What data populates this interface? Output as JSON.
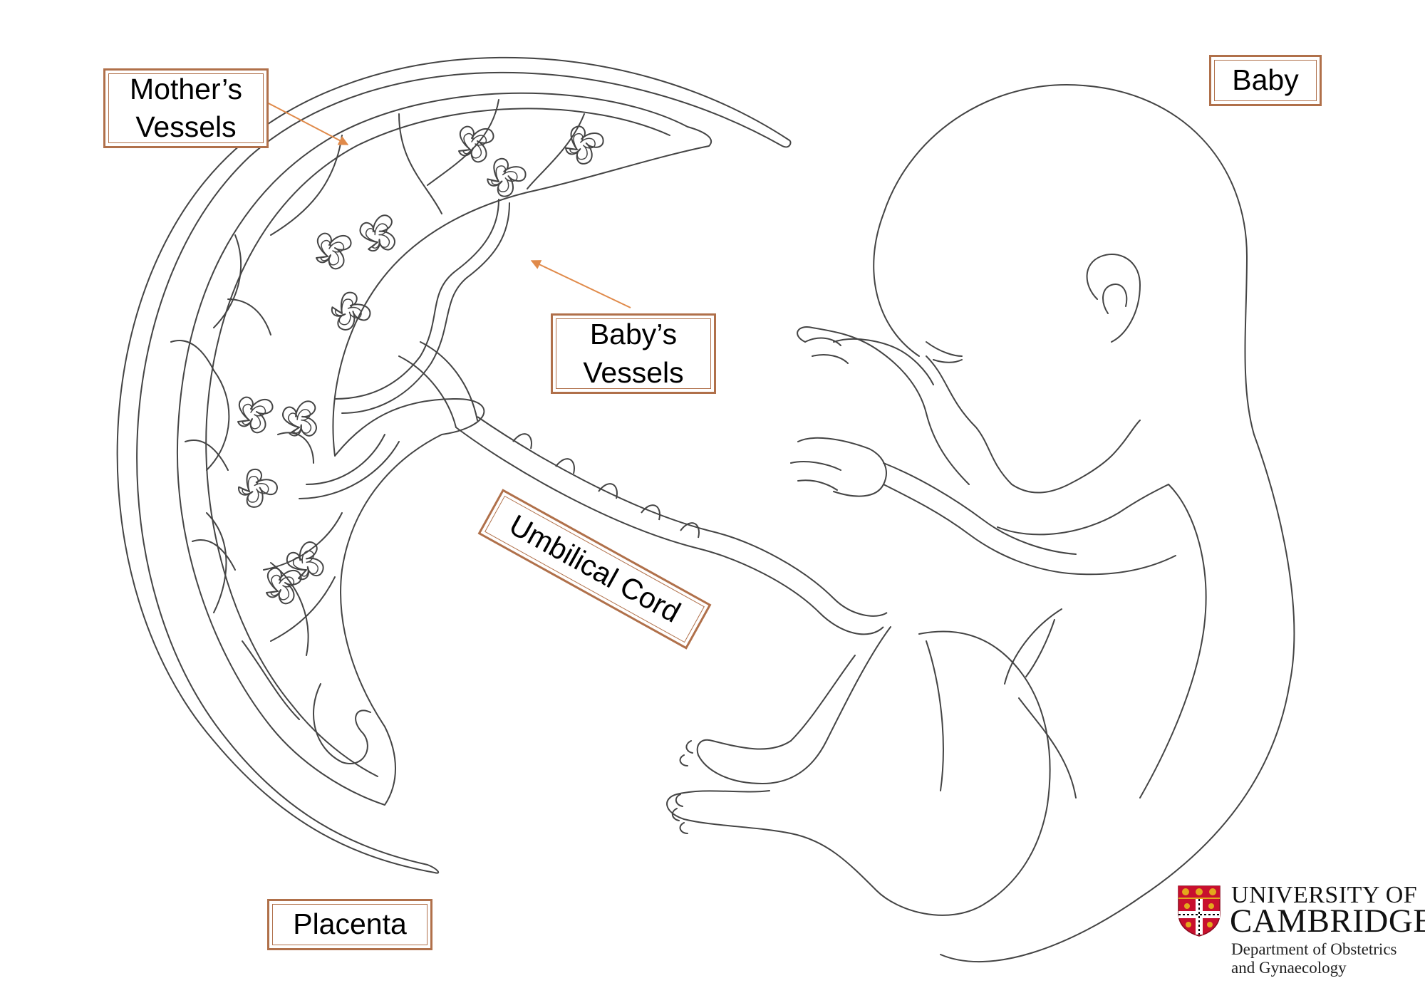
{
  "labels": {
    "mothers_vessels": "Mother’s\nVessels",
    "babys_vessels": "Baby’s\nVessels",
    "umbilical_cord": "Umbilical Cord",
    "placenta": "Placenta",
    "baby": "Baby"
  },
  "logo": {
    "line1": "UNIVERSITY OF",
    "line2": "CAMBRIDGE",
    "line3": "Department of Obstetrics",
    "line4": "and Gynaecology"
  },
  "colors": {
    "label_border": "#b0704a",
    "arrow": "#e08a4a",
    "outline": "#444444",
    "crest_red": "#c8102e",
    "crest_gold": "#e3a81c"
  }
}
